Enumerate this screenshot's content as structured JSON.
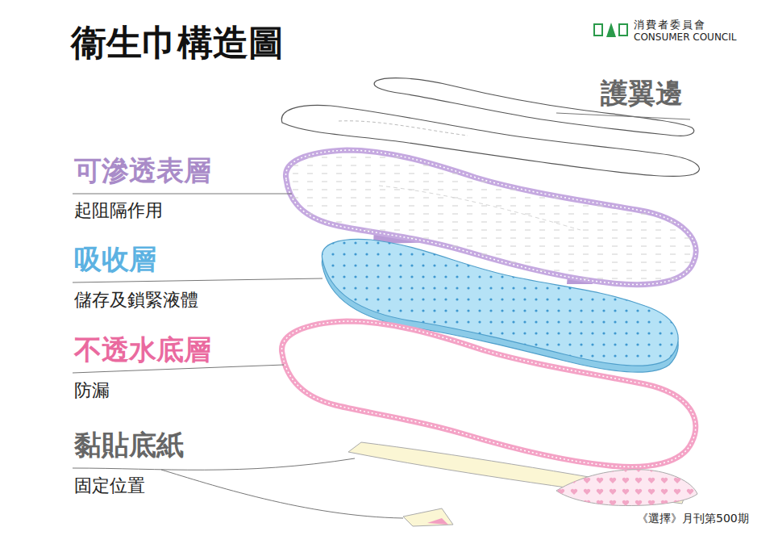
{
  "diagram": {
    "title": "衞生巾構造圖",
    "caption": "《選擇》月刊第500期",
    "labels": [
      "消費者委員會",
      "CONSUMER COUNCIL",
      "護翼邊",
      "可滲透表層",
      "起阻隔作用",
      "吸收層",
      "儲存及鎖緊液體",
      "不透水底層",
      "防漏",
      "黏貼底紙",
      "固定位置"
    ]
  }
}
